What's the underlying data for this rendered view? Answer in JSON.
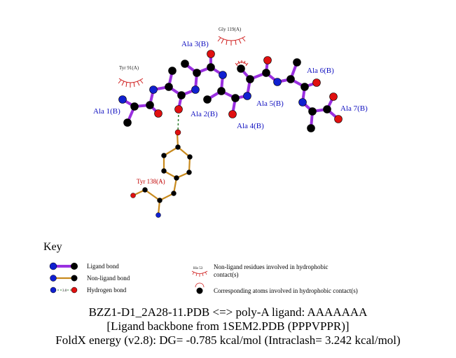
{
  "residues": {
    "ala1": "Ala 1(B)",
    "ala2": "Ala 2(B)",
    "ala3": "Ala 3(B)",
    "ala4": "Ala 4(B)",
    "ala5": "Ala 5(B)",
    "ala6": "Ala 6(B)",
    "ala7": "Ala 7(B)",
    "tyr138": "Tyr 138(A)"
  },
  "hydrophobic": {
    "tyr91": "Tyr 91(A)",
    "gly119": "Gly 119(A)"
  },
  "key": {
    "title": "Key",
    "ligand_bond": "Ligand bond",
    "nonligand_bond": "Non-ligand bond",
    "hydrogen_bond": "Hydrogen bond",
    "hbond_length": "3.0",
    "example_residue": "His 53",
    "nonligand_residues_line1": "Non-ligand residues involved in hydrophobic",
    "nonligand_residues_line2": "contact(s)",
    "corresponding_atoms": "Corresponding atoms involved in hydrophobic contact(s)"
  },
  "caption": {
    "line1": "BZZ1-D1_2A28-11.PDB <=> poly-A ligand: AAAAAAA",
    "line2": "[Ligand backbone from 1SEM2.PDB (PPPVPPR)]",
    "line3": "FoldX energy (v2.8): DG= -0.785 kcal/mol (Intraclash= 3.242 kcal/mol)"
  },
  "colors": {
    "ligand_bond": "#9a30e0",
    "nonligand_bond": "#c88a1e",
    "hbond": "#2f7f2f",
    "carbon": "#000000",
    "nitrogen": "#1020d0",
    "oxygen": "#e01010",
    "hydrophobic_arc": "#d02020"
  }
}
